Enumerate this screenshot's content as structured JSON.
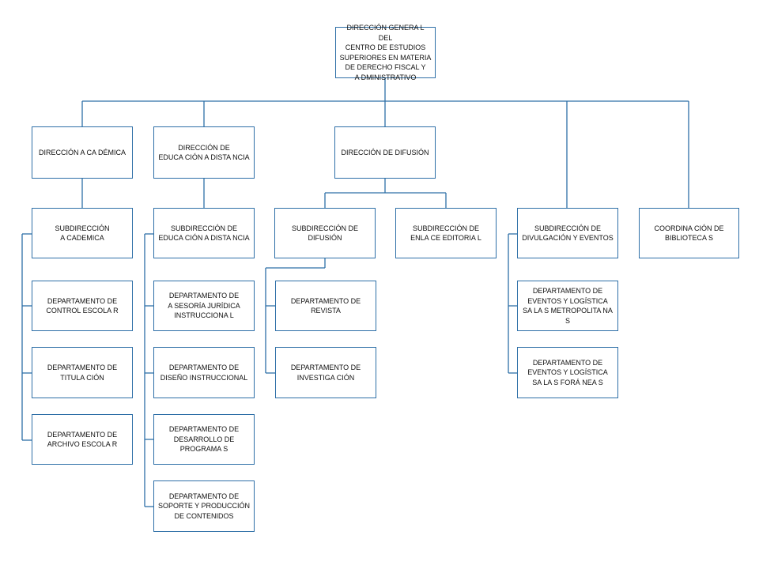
{
  "colors": {
    "line": "#2e6fa7",
    "border": "#2e6fa7",
    "text": "#111111",
    "background": "#ffffff"
  },
  "org": {
    "root": "DIRECCIÓN GENERA L DEL\nCENTRO DE ESTUDIOS\nSUPERIORES EN MATERIA\nDE DERECHO FISCAL Y\nA DMINISTRATIVO",
    "direccion_academica": "DIRECCIÓN A CA DÉMICA",
    "subdireccion_academica": "SUBDIRECCIÓN\nA CADEMICA",
    "depto_control_escolar": "DEPARTAMENTO DE\nCONTROL ESCOLA R",
    "depto_titulacion": "DEPARTAMENTO DE\nTITULA CIÓN",
    "depto_archivo_escolar": "DEPARTAMENTO DE\nARCHIVO ESCOLA R",
    "direccion_educacion_distancia": "DIRECCIÓN DE\nEDUCA CIÓN A DISTA NCIA",
    "subdireccion_educacion_distancia": "SUBDIRECCIÓN DE\nEDUCA CIÓN A DISTA NCIA",
    "depto_asesoria_juridica": "DEPARTAMENTO DE\nA SESORÍA JURÍDICA\nINSTRUCCIONA L",
    "depto_diseno_instruccional": "DEPARTAMENTO DE\nDISEÑO INSTRUCCIONAL",
    "depto_desarrollo_programas": "DEPARTAMENTO DE\nDESARROLLO DE\nPROGRAMA S",
    "depto_soporte_contenidos": "DEPARTAMENTO DE\nSOPORTE Y PRODUCCIÓN\nDE CONTENIDOS",
    "direccion_difusion": "DIRECCIÓN DE DIFUSIÓN",
    "subdireccion_difusion": "SUBDIRECCIÓN DE\nDIFUSIÓN",
    "depto_revista": "DEPARTAMENTO DE\nREVISTA",
    "depto_investigacion": "DEPARTAMENTO DE\nINVESTIGA CIÓN",
    "subdireccion_enlace_editorial": "SUBDIRECCIÓN DE\nENLA CE EDITORIA L",
    "subdireccion_divulgacion_eventos": "SUBDIRECCIÓN DE\nDIVULGACIÓN Y EVENTOS",
    "depto_eventos_metropolitanas": "DEPARTAMENTO DE\nEVENTOS Y LOGÍSTICA\nSA LA S METROPOLITA NA S",
    "depto_eventos_foraneas": "DEPARTAMENTO DE\nEVENTOS Y LOGÍSTICA\nSA LA S FORÁ NEA S",
    "coordinacion_bibliotecas": "COORDINA CIÓN DE\nBIBLIOTECA S"
  }
}
